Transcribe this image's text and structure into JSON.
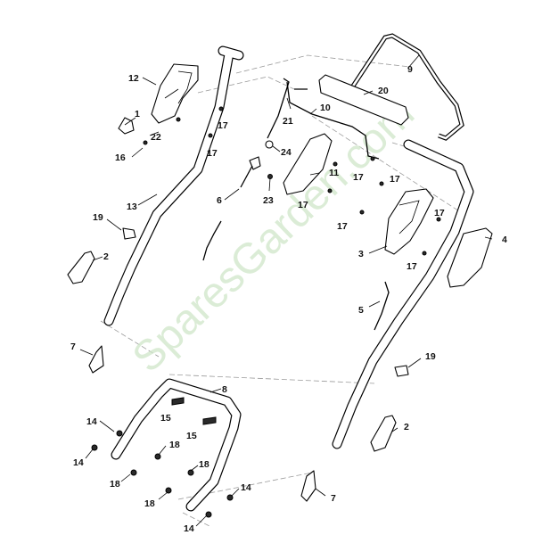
{
  "watermark": "SparesGarden.com",
  "callouts": {
    "c1": "1",
    "c2a": "2",
    "c2b": "2",
    "c3": "3",
    "c4": "4",
    "c5": "5",
    "c6": "6",
    "c7a": "7",
    "c7b": "7",
    "c8": "8",
    "c9": "9",
    "c10": "10",
    "c11": "11",
    "c12": "12",
    "c13": "13",
    "c14a": "14",
    "c14b": "14",
    "c14c": "14",
    "c14d": "14",
    "c15a": "15",
    "c15b": "15",
    "c16": "16",
    "c17a": "17",
    "c17b": "17",
    "c17c": "17",
    "c17d": "17",
    "c17e": "17",
    "c17f": "17",
    "c17g": "17",
    "c17h": "17",
    "c18a": "18",
    "c18b": "18",
    "c18c": "18",
    "c18d": "18",
    "c19a": "19",
    "c19b": "19",
    "c20": "20",
    "c21": "21",
    "c22": "22",
    "c23": "23",
    "c24": "24"
  }
}
